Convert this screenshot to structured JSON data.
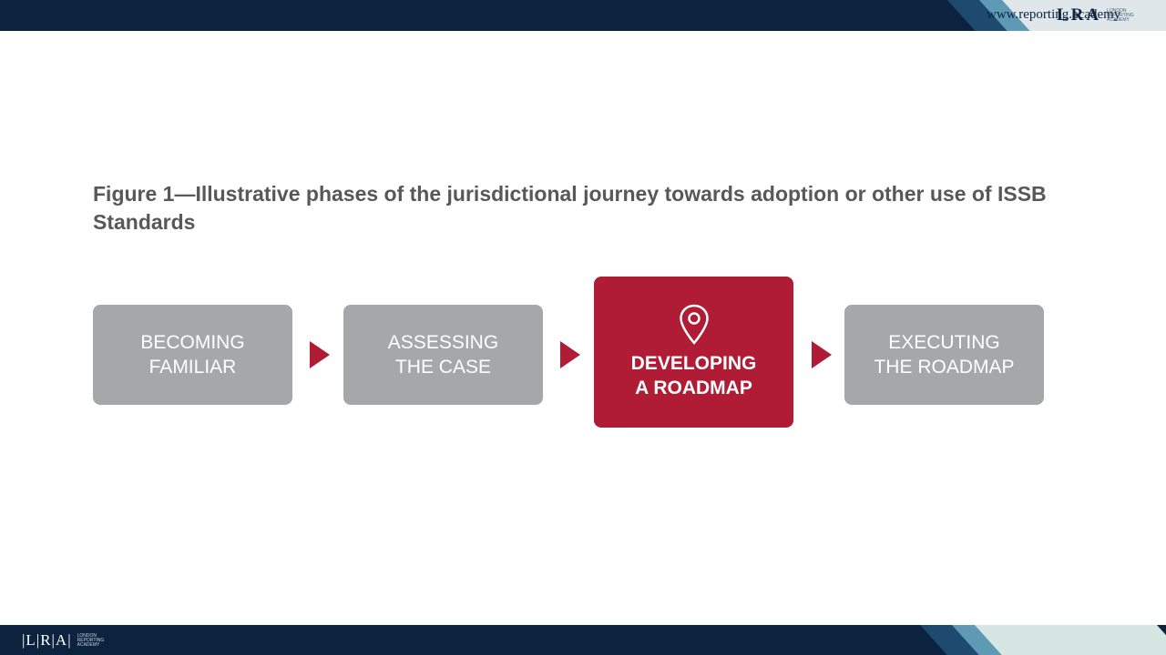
{
  "header": {
    "logo_mark": "LRA",
    "logo_sub": "LONDON REPORTING ACADEMY"
  },
  "figure": {
    "title": "Figure 1—Illustrative phases of the jurisdictional journey towards adoption or other use of ISSB Standards",
    "phases": [
      {
        "label": "BECOMING\nFAMILIAR",
        "active": false
      },
      {
        "label": "ASSESSING\nTHE CASE",
        "active": false
      },
      {
        "label": "DEVELOPING\nA ROADMAP",
        "active": true,
        "icon": "location-pin-icon"
      },
      {
        "label": "EXECUTING\nTHE ROADMAP",
        "active": false
      }
    ]
  },
  "footer": {
    "logo_mark": "|L|R|A|",
    "logo_sub": "LONDON REPORTING ACADEMY",
    "url": "www.reporting.academy"
  },
  "colors": {
    "navy": "#0c2340",
    "accent_red": "#b01c36",
    "phase_grey": "#a6a7a8",
    "title_grey": "#585858"
  }
}
